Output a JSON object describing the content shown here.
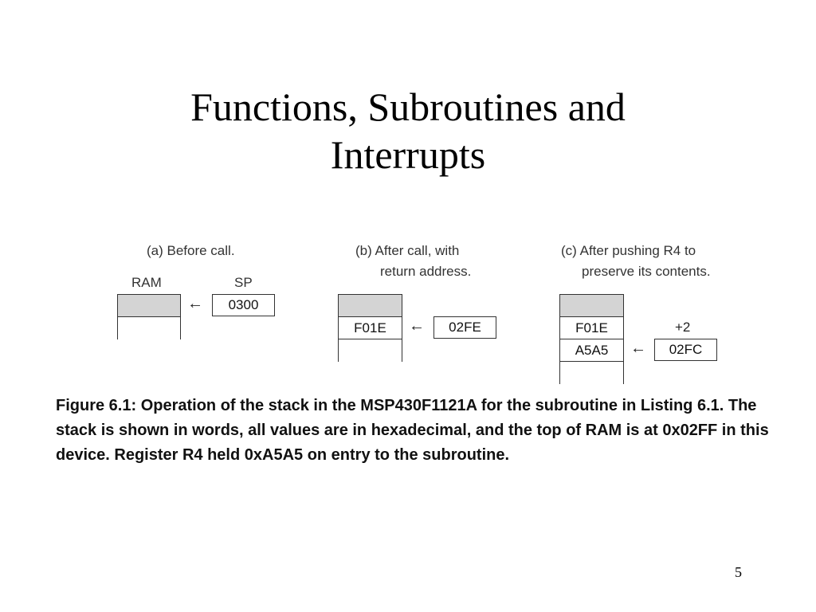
{
  "slide": {
    "title_line1": "Functions, Subroutines and",
    "title_line2": "Interrupts",
    "page_number": "5"
  },
  "figure": {
    "panels": [
      {
        "caption_line1": "(a) Before call.",
        "caption_line2": "",
        "ram_header": "RAM",
        "sp_header": "SP",
        "cells": [
          "",
          ""
        ],
        "arrow": "←",
        "sp_value": "0300",
        "offset_label": ""
      },
      {
        "caption_line1": "(b) After call, with",
        "caption_line2": "return address.",
        "cells": [
          "",
          "F01E",
          ""
        ],
        "arrow": "←",
        "sp_value": "02FE"
      },
      {
        "caption_line1": "(c) After pushing R4 to",
        "caption_line2": "preserve its contents.",
        "cells": [
          "",
          "F01E",
          "A5A5",
          ""
        ],
        "arrow": "←",
        "sp_value": "02FC",
        "offset_label": "+2"
      }
    ],
    "caption": "Figure 6.1:  Operation of the stack in the MSP430F1121A for the subroutine in Listing 6.1. The stack is shown in words, all values are in hexadecimal, and the top of RAM is at 0x02FF in this device. Register R4 held 0xA5A5 on entry to the subroutine."
  }
}
